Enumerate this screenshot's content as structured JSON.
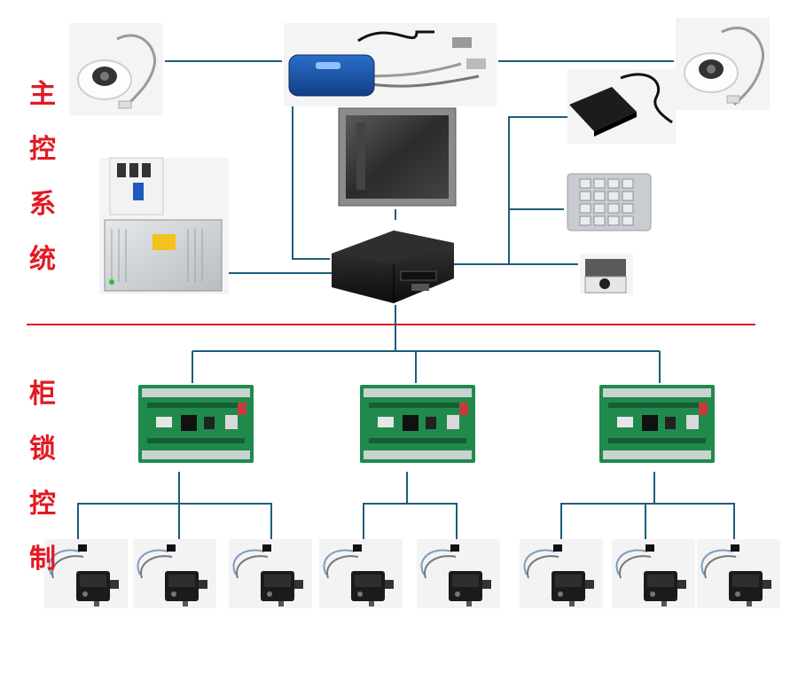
{
  "sections": {
    "main_control": {
      "label": "主控系统",
      "chars": [
        "主",
        "控",
        "系",
        "统"
      ]
    },
    "locker_control": {
      "label": "柜锁控制",
      "chars": [
        "柜",
        "锁",
        "控",
        "制"
      ]
    }
  },
  "colors": {
    "label_red": "#e11a22",
    "divider_red": "#e11a22",
    "connector_blue": "#1d5d7c"
  },
  "devices": {
    "camera_left": "dome-camera-icon",
    "camera_right": "dome-camera-icon",
    "video_capture": "video-capture-box-icon",
    "monitor": "lcd-monitor-icon",
    "mini_pc": "mini-pc-icon",
    "power_supply": "power-supply-breaker-icon",
    "card_reader": "rfid-card-reader-icon",
    "keypad": "metal-keypad-icon",
    "scanner": "barcode-scanner-icon",
    "control_board": "lock-control-board-icon",
    "lock": "electronic-lock-icon"
  }
}
